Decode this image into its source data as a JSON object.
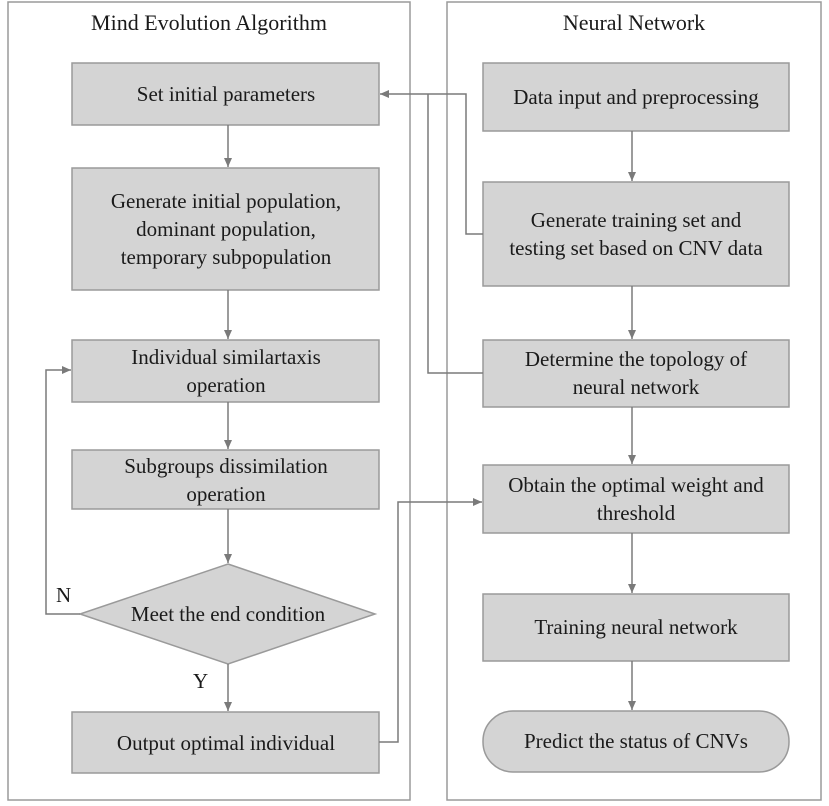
{
  "panels": {
    "left": {
      "title": "Mind Evolution Algorithm"
    },
    "right": {
      "title": "Neural Network"
    }
  },
  "nodes": {
    "set_params": [
      "Set initial parameters"
    ],
    "generate_pop": [
      "Generate initial population,",
      "dominant population,",
      "temporary subpopulation"
    ],
    "similartaxis": [
      "Individual similartaxis",
      "operation"
    ],
    "dissimilation": [
      "Subgroups dissimilation",
      "operation"
    ],
    "end_condition": [
      "Meet the end condition"
    ],
    "output": [
      "Output optimal individual"
    ],
    "data_input": [
      "Data input and preprocessing"
    ],
    "training_set": [
      "Generate training set and",
      "testing set based on CNV data"
    ],
    "topology": [
      "Determine the topology of",
      "neural network"
    ],
    "optimal_weight": [
      "Obtain the optimal weight and",
      "threshold"
    ],
    "training_nn": [
      "Training neural network"
    ],
    "predict": [
      "Predict the status of CNVs"
    ]
  },
  "labels": {
    "no": "N",
    "yes": "Y"
  },
  "colors": {
    "box_fill": "#d4d4d4",
    "box_stroke": "#9a9a9a",
    "connector": "#7a7a7a"
  }
}
